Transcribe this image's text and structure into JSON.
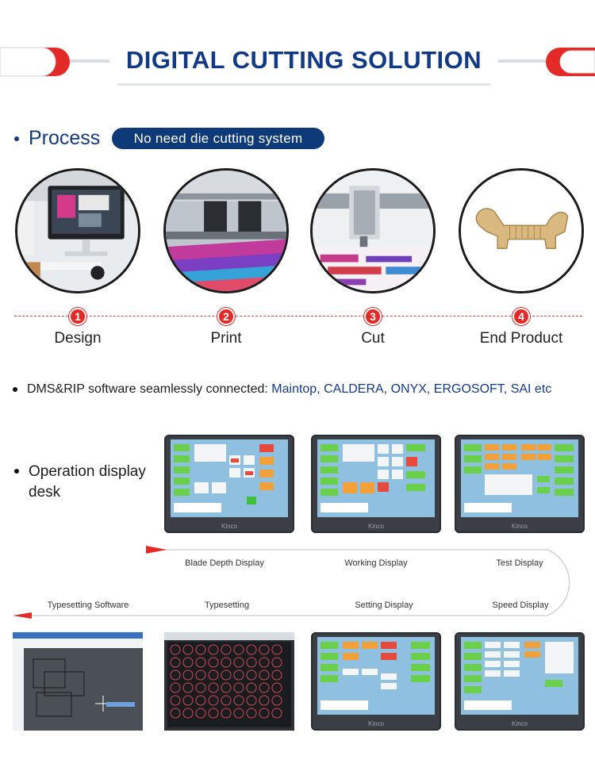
{
  "header": {
    "title": "DIGITAL CUTTING SOLUTION",
    "accent_red": "#e32a27",
    "brand_blue": "#103a86"
  },
  "process": {
    "label": "Process",
    "pill": "No need die cutting system",
    "steps": [
      {
        "num": "1",
        "label": "Design"
      },
      {
        "num": "2",
        "label": "Print"
      },
      {
        "num": "3",
        "label": "Cut"
      },
      {
        "num": "4",
        "label": "End Product"
      }
    ]
  },
  "software": {
    "prefix": "DMS&RIP software seamlessly connected: ",
    "list": "Maintop, CALDERA, ONYX, ERGOSOFT, SAI etc"
  },
  "operation": {
    "label_line1": "Operation display",
    "label_line2": "desk",
    "panel_brand": "Kinco"
  },
  "flow": {
    "top": [
      "Blade Depth Display",
      "Working Display",
      "Test Display"
    ],
    "bottom": [
      "Typesetting Software",
      "Typesetting",
      "Setting Display",
      "Speed Display"
    ]
  }
}
